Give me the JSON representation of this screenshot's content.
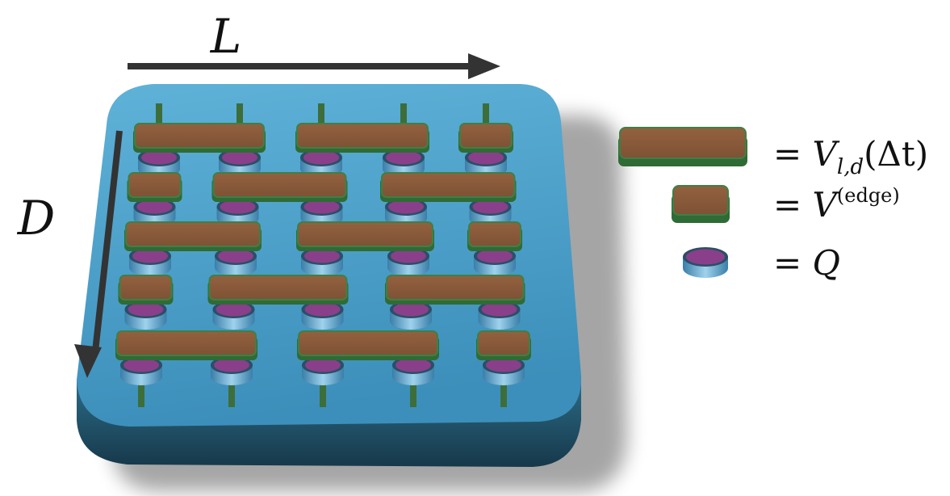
{
  "diagram": {
    "axis_L": "L",
    "axis_D": "D",
    "grid": {
      "columns": 5,
      "rows": 5
    },
    "colors": {
      "board_top": "#4a9fcb",
      "board_side": "#1f4f66",
      "gate_fill": "#8a5a3a",
      "gate_edge": "#2f6b35",
      "leg": "#3d6e3a",
      "qubit_top": "#8a3f8a",
      "qubit_side": "#4f8fb5",
      "arrow": "#333333"
    }
  },
  "legend": {
    "items": [
      {
        "icon": "two-site-gate-icon",
        "eq": "= ",
        "main": "V",
        "sub": "l,d",
        "tail": "(Δt)"
      },
      {
        "icon": "edge-gate-icon",
        "eq": "= ",
        "main": "V",
        "sup": "(edge)"
      },
      {
        "icon": "qubit-icon",
        "eq": "= ",
        "main": "Q"
      }
    ]
  }
}
